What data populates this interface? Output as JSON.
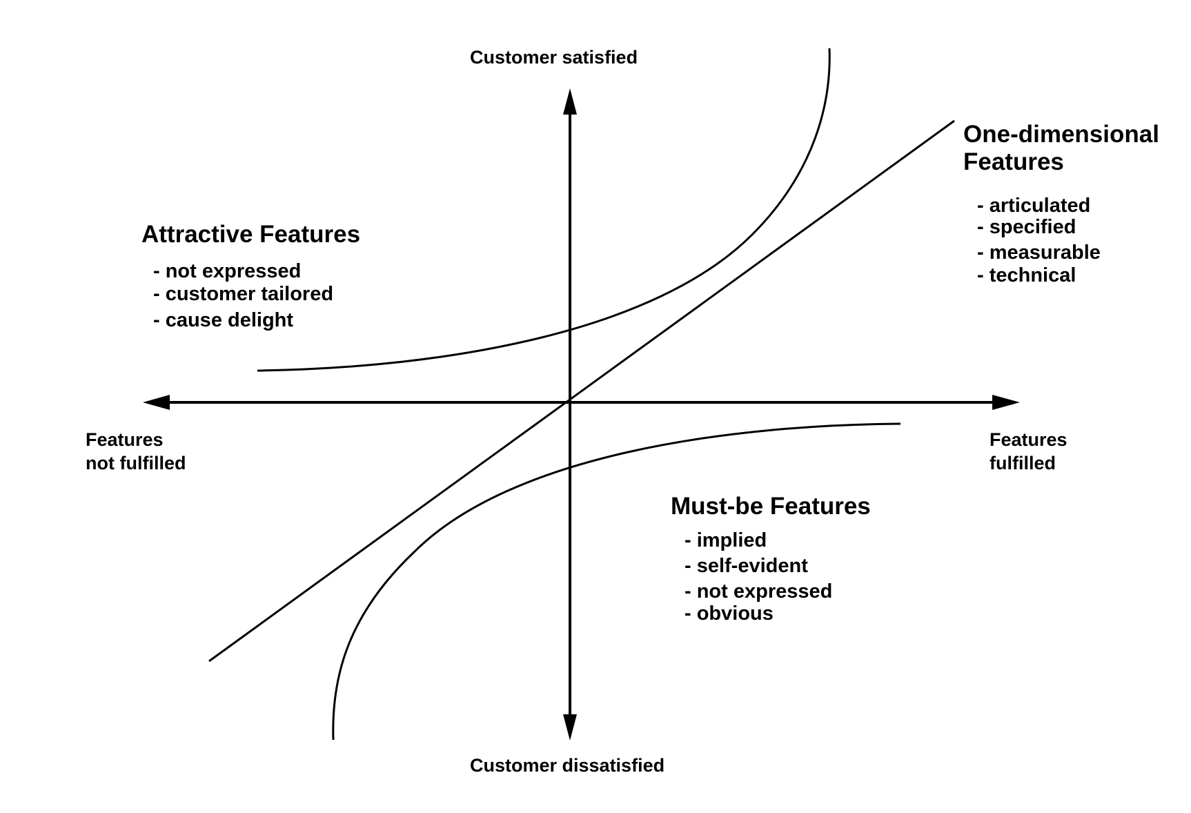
{
  "axes": {
    "top_label": "Customer satisfied",
    "bottom_label": "Customer dissatisfied",
    "left_label_line1": "Features",
    "left_label_line2": "not fulfilled",
    "right_label_line1": "Features",
    "right_label_line2": "fulfilled"
  },
  "attractive": {
    "title": "Attractive Features",
    "items": [
      "- not expressed",
      "- customer tailored",
      "- cause delight"
    ]
  },
  "one_dimensional": {
    "title_line1": "One-dimensional",
    "title_line2": "Features",
    "items": [
      "- articulated",
      "- specified",
      "- measurable",
      "- technical"
    ]
  },
  "must_be": {
    "title": "Must-be Features",
    "items": [
      "- implied",
      "- self-evident",
      "- not expressed",
      "- obvious"
    ]
  },
  "colors": {
    "line": "#000000",
    "background": "#ffffff"
  }
}
